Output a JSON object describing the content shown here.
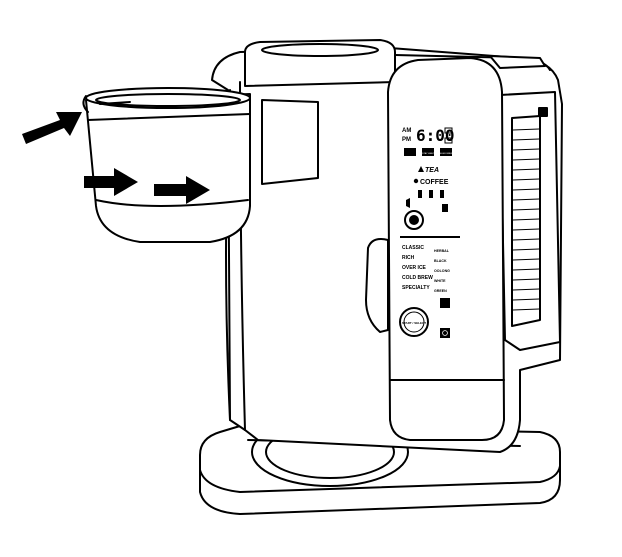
{
  "panel": {
    "clock": {
      "am": "AM",
      "pm": "PM",
      "time": "6:00"
    },
    "buttons_row": [
      "",
      "STAY HEAT",
      "DELAY BREW"
    ],
    "mode": {
      "tea": "TEA",
      "coffee": "COFFEE"
    },
    "brew_styles_left": [
      "CLASSIC",
      "RICH",
      "OVER ICE",
      "COLD BREW",
      "SPECIALTY"
    ],
    "tea_types_right": [
      "HERBAL",
      "BLACK",
      "OOLONG",
      "WHITE",
      "GREEN"
    ],
    "start_button": "START / SELECT"
  },
  "colors": {
    "line": "#000000",
    "fill": "#ffffff",
    "lcd_bg": "#ffffff"
  },
  "icons": [
    "arrow-right-icon",
    "cup-icon",
    "carafe-icon",
    "leaf-icon",
    "power-icon"
  ]
}
